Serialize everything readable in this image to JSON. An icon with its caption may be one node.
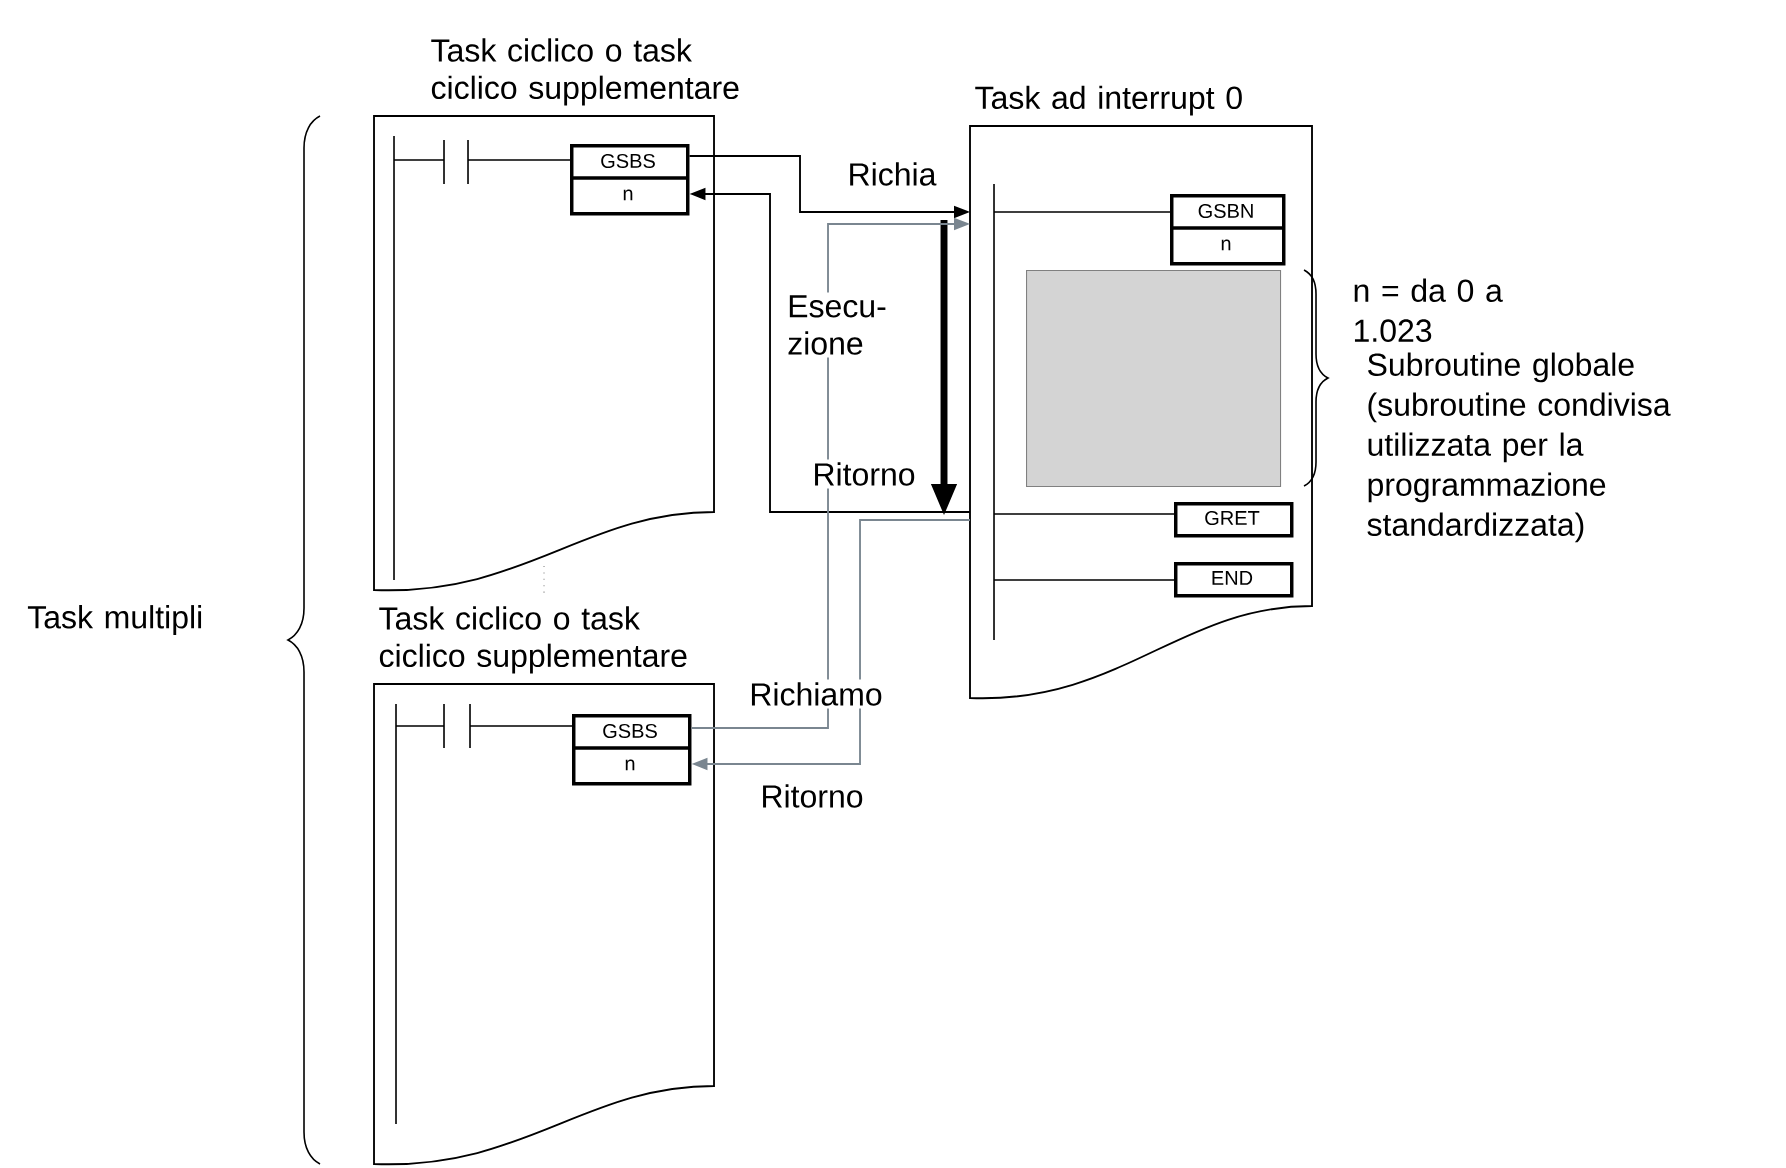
{
  "diagram": {
    "nodes": [
      {
        "text": [
          "Task ciclico o task ciclico supplementare"
        ]
      },
      {
        "text": [
          "GSBS",
          "n"
        ],
        "in": 0
      },
      {
        "text": [
          "Task ad interrupt 0"
        ]
      },
      {
        "text": [
          "GSBN",
          "n"
        ],
        "in": 2,
        "beside": [
          "n = da 0 a 1.023"
        ]
      },
      {
        "text": [],
        "shape": "box",
        "in": 2,
        "beside": [
          "Subroutine globale (subroutine condivisa utilizzata per la programmazione standardizzata)"
        ]
      },
      {
        "text": [
          "GRET"
        ],
        "in": 2
      },
      {
        "text": [
          "END"
        ],
        "in": 2
      },
      {
        "text": [
          "Task ciclico o task ciclico supplementare"
        ]
      },
      {
        "text": [
          "GSBS",
          "n"
        ],
        "in": 7
      }
    ],
    "edges": [
      {
        "from": 1,
        "to": 2,
        "arrow": "to",
        "label": "Richia"
      },
      {
        "from": 2,
        "to": 1,
        "arrow": "to",
        "label": "Ritorno"
      },
      {
        "from": 8,
        "to": 2,
        "arrow": "to",
        "label": "Richiamo",
        "color": "#7a8690"
      },
      {
        "from": 2,
        "to": 8,
        "arrow": "to",
        "label": "Ritorno",
        "color": "#7a8690"
      }
    ],
    "labels": [
      "Esecu-zione",
      "Task multipli"
    ]
  }
}
